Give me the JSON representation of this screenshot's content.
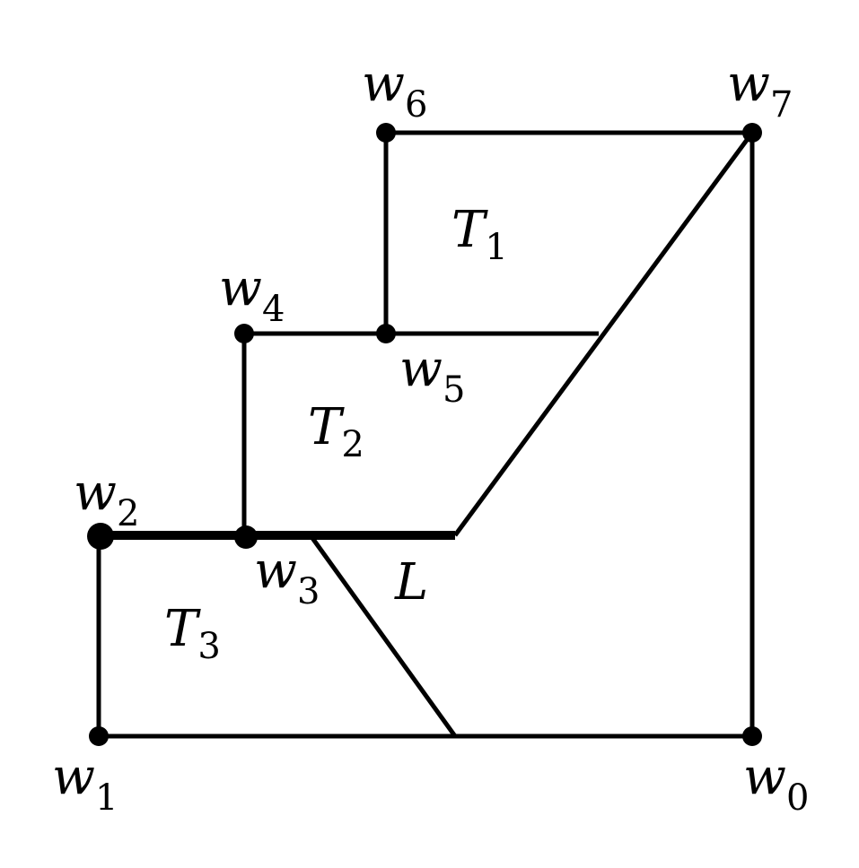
{
  "vertices": [
    {
      "id": "w0",
      "base": "w",
      "sub": "0"
    },
    {
      "id": "w1",
      "base": "w",
      "sub": "1"
    },
    {
      "id": "w2",
      "base": "w",
      "sub": "2"
    },
    {
      "id": "w3",
      "base": "w",
      "sub": "3"
    },
    {
      "id": "w4",
      "base": "w",
      "sub": "4"
    },
    {
      "id": "w5",
      "base": "w",
      "sub": "5"
    },
    {
      "id": "w6",
      "base": "w",
      "sub": "6"
    },
    {
      "id": "w7",
      "base": "w",
      "sub": "7"
    }
  ],
  "regions": [
    {
      "id": "T1",
      "base": "T",
      "sub": "1"
    },
    {
      "id": "T2",
      "base": "T",
      "sub": "2"
    },
    {
      "id": "T3",
      "base": "T",
      "sub": "3"
    },
    {
      "id": "L",
      "base": "L",
      "sub": ""
    }
  ]
}
